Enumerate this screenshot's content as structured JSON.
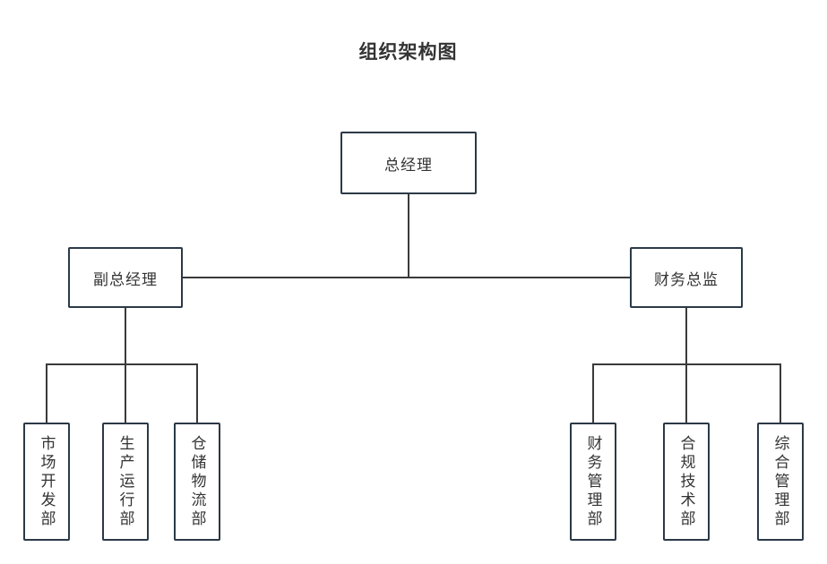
{
  "title": "组织架构图",
  "colors": {
    "background": "#ffffff",
    "box_border": "#2b3947",
    "box_fill": "#ffffff",
    "connector": "#3a3a3a",
    "text": "#333333"
  },
  "chart": {
    "root": {
      "label": "总经理"
    },
    "branches": [
      {
        "manager": {
          "label": "副总经理"
        },
        "departments": [
          {
            "label": "市场开发部"
          },
          {
            "label": "生产运行部"
          },
          {
            "label": "仓储物流部"
          }
        ]
      },
      {
        "manager": {
          "label": "财务总监"
        },
        "departments": [
          {
            "label": "财务管理部"
          },
          {
            "label": "合规技术部"
          },
          {
            "label": "综合管理部"
          }
        ]
      }
    ]
  }
}
